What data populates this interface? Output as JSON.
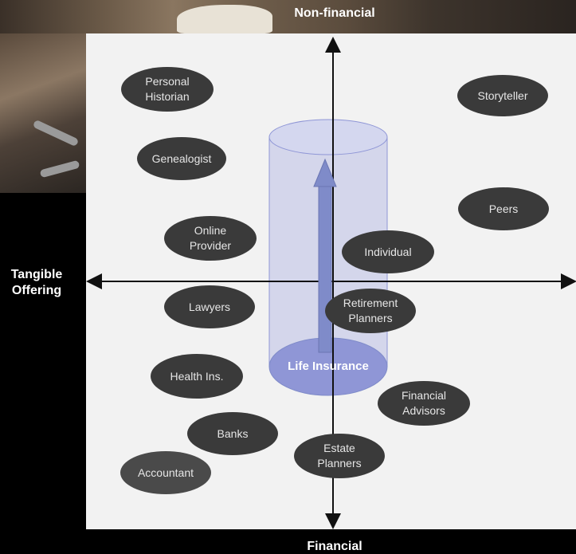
{
  "axes": {
    "top": "Non-financial",
    "bottom": "Financial",
    "left": "Tangible\nOffering"
  },
  "center": {
    "label": "Life Insurance"
  },
  "bubbles": [
    {
      "label": "Personal\nHistorian"
    },
    {
      "label": "Storyteller"
    },
    {
      "label": "Genealogist"
    },
    {
      "label": "Peers"
    },
    {
      "label": "Online\nProvider"
    },
    {
      "label": "Individual"
    },
    {
      "label": "Lawyers"
    },
    {
      "label": "Retirement\nPlanners"
    },
    {
      "label": "Health Ins."
    },
    {
      "label": "Financial\nAdvisors"
    },
    {
      "label": "Banks"
    },
    {
      "label": "Estate\nPlanners"
    },
    {
      "label": "Accountant"
    }
  ],
  "colors": {
    "bubble": "#3a3a3a",
    "cylinder": "#8f96d6",
    "arrow": "#7f8bc9",
    "background": "#000000",
    "board": "#f2f2f2"
  }
}
